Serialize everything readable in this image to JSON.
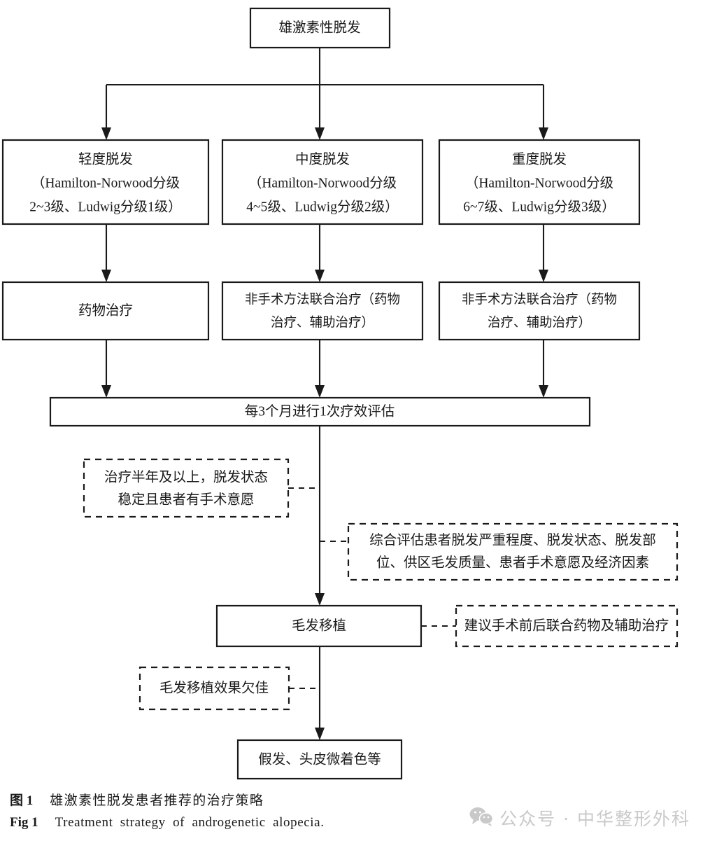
{
  "figure": {
    "nodes": {
      "root": {
        "lines": [
          "雄激素性脱发"
        ]
      },
      "mild": {
        "lines": [
          "轻度脱发",
          "（Hamilton-Norwood分级",
          "2~3级、Ludwig分级1级）"
        ]
      },
      "moderate": {
        "lines": [
          "中度脱发",
          "（Hamilton-Norwood分级",
          "4~5级、Ludwig分级2级）"
        ]
      },
      "severe": {
        "lines": [
          "重度脱发",
          "（Hamilton-Norwood分级",
          "6~7级、Ludwig分级3级）"
        ]
      },
      "treat_mild": {
        "lines": [
          "药物治疗"
        ]
      },
      "treat_moderate": {
        "lines": [
          "非手术方法联合治疗（药物",
          "治疗、辅助治疗）"
        ]
      },
      "treat_severe": {
        "lines": [
          "非手术方法联合治疗（药物",
          "治疗、辅助治疗）"
        ]
      },
      "evaluation": {
        "lines": [
          "每3个月进行1次疗效评估"
        ]
      },
      "condition_stable": {
        "lines": [
          "治疗半年及以上，脱发状态",
          "稳定且患者有手术意愿"
        ]
      },
      "condition_assess": {
        "lines": [
          "综合评估患者脱发严重程度、脱发状态、脱发部",
          "位、供区毛发质量、患者手术意愿及经济因素"
        ]
      },
      "transplant": {
        "lines": [
          "毛发移植"
        ]
      },
      "note_combine": {
        "lines": [
          "建议手术前后联合药物及辅助治疗"
        ]
      },
      "note_poor_result": {
        "lines": [
          "毛发移植效果欠佳"
        ]
      },
      "final": {
        "lines": [
          "假发、头皮微着色等"
        ]
      }
    }
  },
  "caption": {
    "zh_label": "图 1",
    "zh_text": "雄激素性脱发患者推荐的治疗策略",
    "en_label": "Fig 1",
    "en_text": "Treatment strategy of androgenetic alopecia."
  },
  "watermark": {
    "icon": "wechat-icon",
    "text": "公众号 · 中华整形外科",
    "color": "#c9c9c9"
  }
}
